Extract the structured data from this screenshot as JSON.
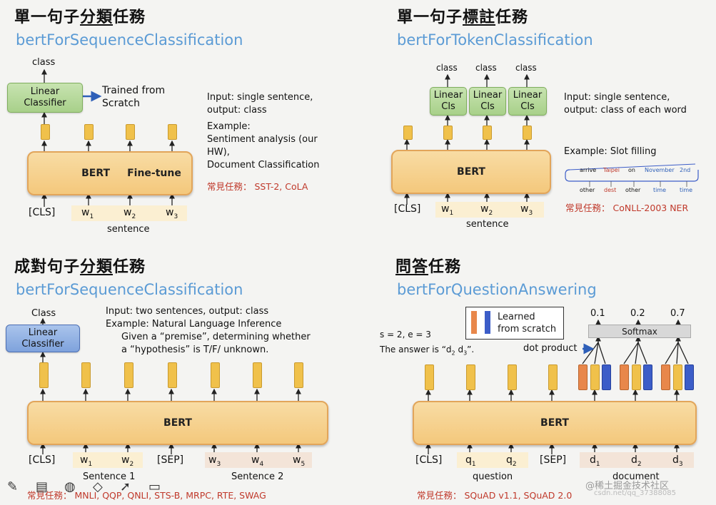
{
  "panel1": {
    "heading_pre": "單一句子",
    "heading_u": "分類",
    "heading_post": "任務",
    "subheading": "bertForSequenceClassification",
    "class_label": "class",
    "linear_line1": "Linear",
    "linear_line2": "Classifier",
    "trained_line1": "Trained from",
    "trained_line2": "Scratch",
    "bert_label": "BERT",
    "finetune_label": "Fine-tune",
    "cls": "[CLS]",
    "w": "w",
    "sub1": "1",
    "sub2": "2",
    "sub3": "3",
    "sentence": "sentence",
    "desc1": "Input: single sentence,",
    "desc2": "output: class",
    "desc3": "Example:",
    "desc4": "Sentiment analysis (our",
    "desc5": "HW),",
    "desc6": "Document Classification",
    "tasks": "常見任務： SST-2, CoLA"
  },
  "panel2": {
    "heading_pre": "單一句子",
    "heading_u": "標註",
    "heading_post": "任務",
    "subheading": "bertForTokenClassification",
    "class_label": "class",
    "linear": "Linear",
    "cls_short": "Cls",
    "bert_label": "BERT",
    "cls": "[CLS]",
    "w": "w",
    "sub1": "1",
    "sub2": "2",
    "sub3": "3",
    "sentence": "sentence",
    "desc1": "Input: single sentence,",
    "desc2": "output: class of each word",
    "example": "Example: Slot filling",
    "slot_words": [
      "arrive",
      "Taipei",
      "on",
      "November",
      "2nd"
    ],
    "slot_tags": [
      "other",
      "dest",
      "other",
      "time",
      "time"
    ],
    "tasks": "常見任務： CoNLL-2003 NER"
  },
  "panel3": {
    "heading_pre": "成對句子",
    "heading_u": "分類",
    "heading_post": "任務",
    "subheading": "bertForSequenceClassification",
    "class_label": "Class",
    "linear_line1": "Linear",
    "linear_line2": "Classifier",
    "desc1": "Input: two sentences, output: class",
    "desc2": "Example: Natural Language Inference",
    "desc3": "Given a “premise”, determining whether",
    "desc4": "a “hypothesis” is T/F/ unknown.",
    "bert_label": "BERT",
    "cls": "[CLS]",
    "sep": "[SEP]",
    "w": "w",
    "sub1": "1",
    "sub2": "2",
    "sub3": "3",
    "sub4": "4",
    "sub5": "5",
    "sentence1": "Sentence 1",
    "sentence2": "Sentence 2",
    "tasks": "常見任務： MNLI, QQP, QNLI, STS-B, MRPC, RTE, SWAG"
  },
  "panel4": {
    "heading_u": "問答",
    "heading_post": "任務",
    "subheading": "bertForQuestionAnswering",
    "legend_line1": "Learned",
    "legend_line2": "from scratch",
    "se": "s = 2, e = 3",
    "answer_pre": "The answer is “d",
    "answer_sub1": "2",
    "answer_mid": " d",
    "answer_sub2": "3",
    "answer_post": "”.",
    "dot_product": "dot product",
    "probs": [
      "0.1",
      "0.2",
      "0.7"
    ],
    "softmax": "Softmax",
    "bert_label": "BERT",
    "cls": "[CLS]",
    "sep": "[SEP]",
    "q": "q",
    "d": "d",
    "sub1": "1",
    "sub2": "2",
    "sub3": "3",
    "question": "question",
    "document": "document",
    "tasks": "常見任務： SQuAD v1.1, SQuAD 2.0"
  },
  "watermark": "@稀土掘金技术社区",
  "watermark2": "csdn.net/qq_37388085",
  "colors": {
    "accent_blue": "#5b9bd5",
    "task_red": "#c0392b",
    "bert_orange": "#f4c87c",
    "classifier_green": "#a8d08a"
  }
}
